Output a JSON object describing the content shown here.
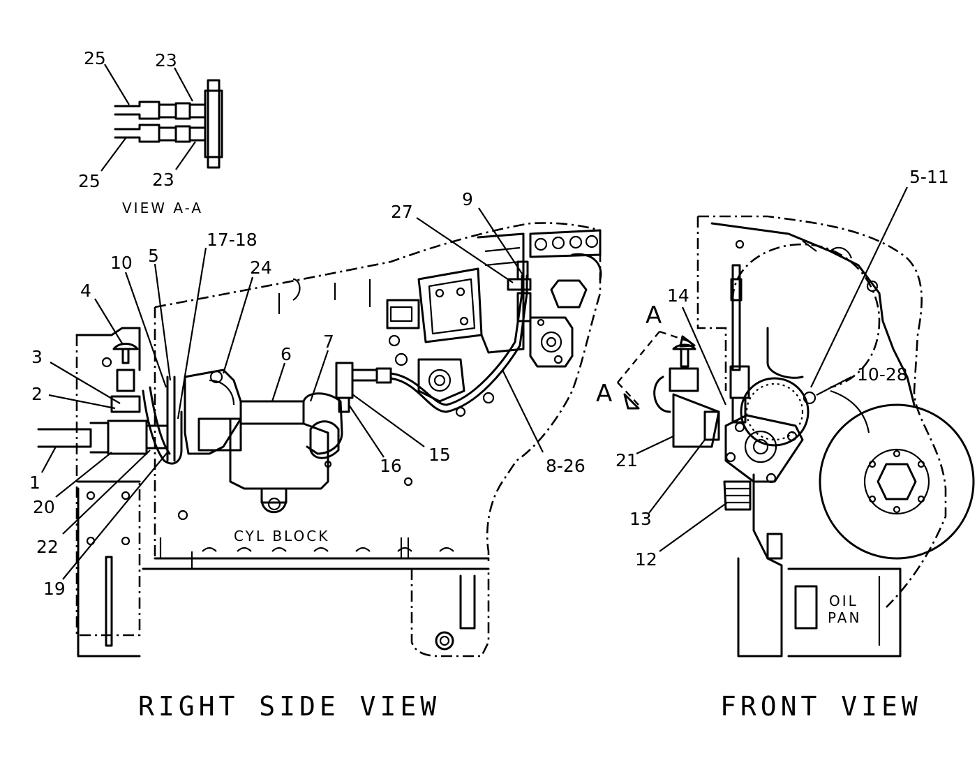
{
  "views": {
    "right_side_title": "RIGHT SIDE VIEW",
    "front_title": "FRONT VIEW",
    "section_title": "VIEW A-A"
  },
  "annotations": {
    "cyl_block": "CYL BLOCK",
    "oil_pan_line1": "OIL",
    "oil_pan_line2": "PAN",
    "section_marker_top": "A",
    "section_marker_left": "A"
  },
  "callouts": {
    "c25_top": "25",
    "c23_top": "23",
    "c25_bot": "25",
    "c23_bot": "23",
    "c1": "1",
    "c2": "2",
    "c3": "3",
    "c4": "4",
    "c5": "5",
    "c6": "6",
    "c7": "7",
    "c10": "10",
    "c17_18": "17-18",
    "c24": "24",
    "c20": "20",
    "c22": "22",
    "c19": "19",
    "c16": "16",
    "c15": "15",
    "c27": "27",
    "c9": "9",
    "c8_26": "8-26",
    "c5_11": "5-11",
    "c14": "14",
    "c10_28": "10-28",
    "c21": "21",
    "c13": "13",
    "c12": "12"
  }
}
